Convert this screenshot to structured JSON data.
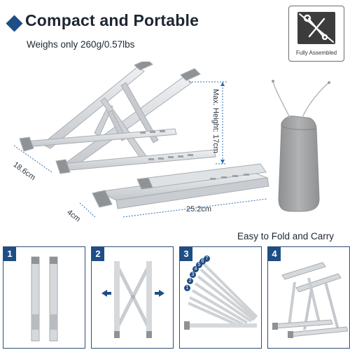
{
  "header": {
    "title": "Compact and Portable",
    "subtitle": "Weighs only 260g/0.57lbs"
  },
  "badge": {
    "icon": "tools-crossed-icon",
    "label": "Fully Assembled"
  },
  "dimensions": {
    "height": "Max. Height: 17cm",
    "depth": "18.6cm",
    "thickness": "4cm",
    "width": "25.2cm"
  },
  "tagline": "Easy to Fold and Carry",
  "steps": [
    {
      "number": "1"
    },
    {
      "number": "2"
    },
    {
      "number": "3",
      "levels": [
        "1",
        "2",
        "3",
        "4",
        "5",
        "6",
        "7"
      ]
    },
    {
      "number": "4"
    }
  ],
  "colors": {
    "accent": "#1f4d85",
    "dimension_line": "#2a6fb5",
    "aluminum": "#d9dcdf",
    "rubber": "#8f9396",
    "pouch": "#a3a5a7"
  }
}
